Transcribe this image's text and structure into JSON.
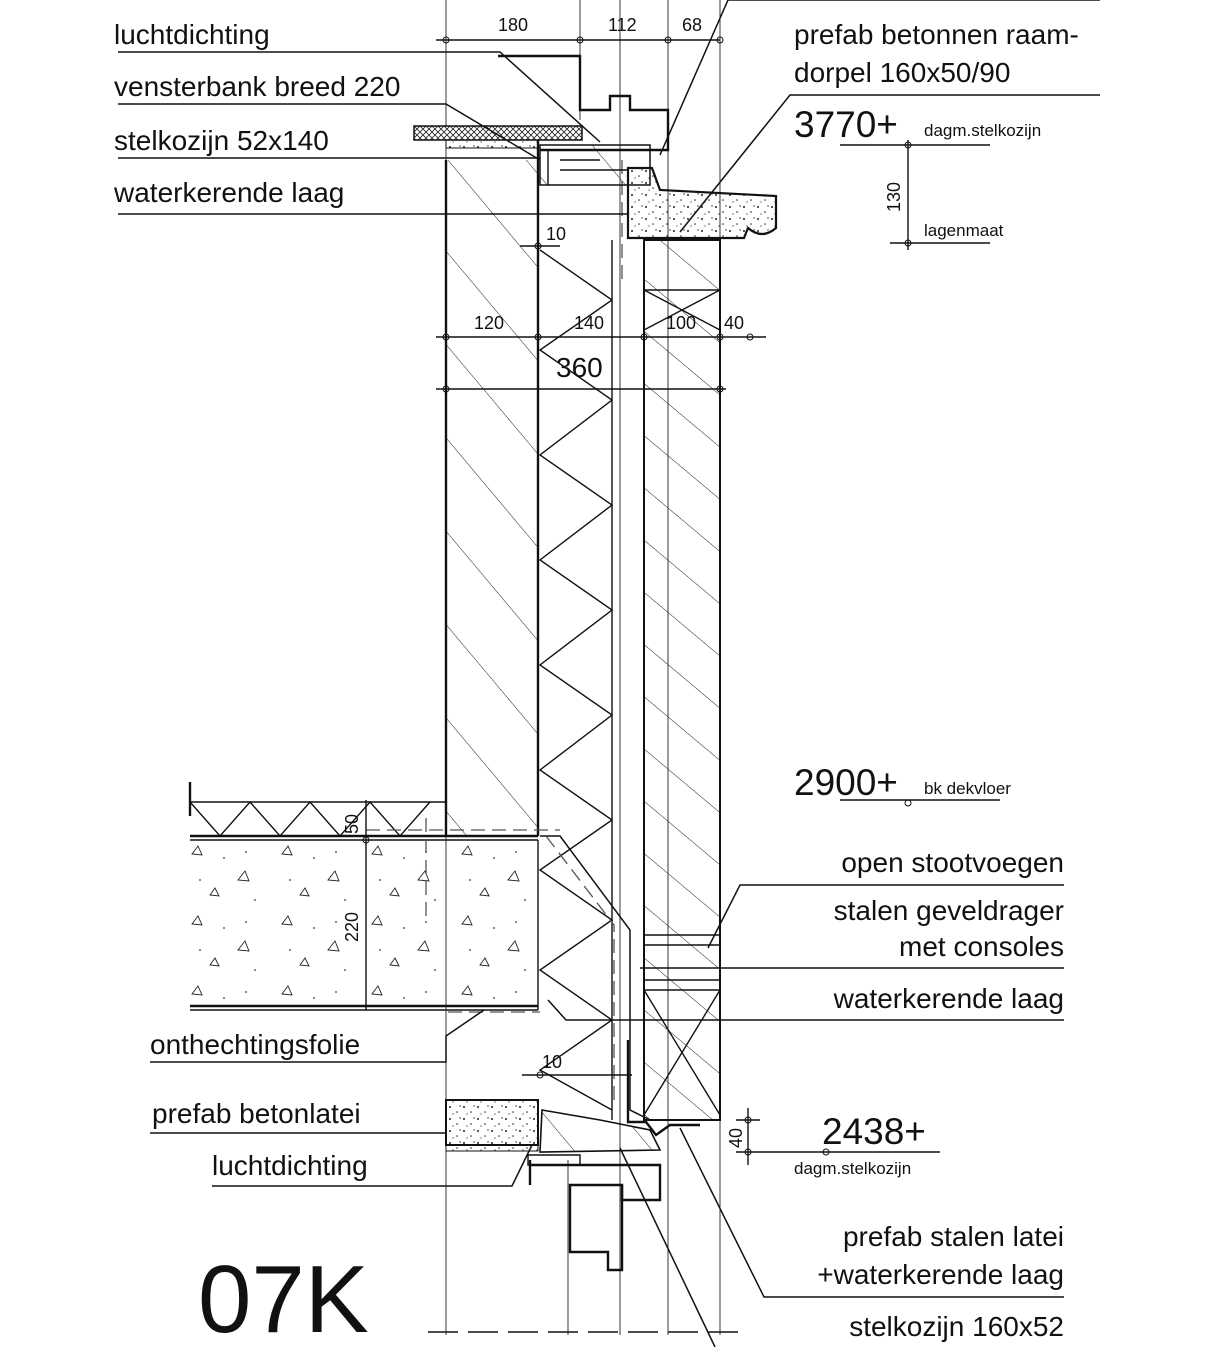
{
  "drawing_code": "07K",
  "labels": {
    "left": [
      "luchtdichting",
      "vensterbank breed 220",
      "stelkozijn 52x140",
      "waterkerende laag",
      "onthechtingsfolie",
      "prefab betonlatei",
      "luchtdichting"
    ],
    "right": [
      "prefab betonnen raam-",
      "dorpel 160x50/90",
      "open stootvoegen",
      "stalen geveldrager",
      "met consoles",
      "waterkerende laag",
      "prefab stalen latei",
      "+waterkerende laag",
      "stelkozijn 160x52"
    ]
  },
  "levels": [
    {
      "value": "3770+",
      "note": "dagm.stelkozijn"
    },
    {
      "value": "2900+",
      "note": "bk dekvloer"
    },
    {
      "value": "2438+",
      "note": "dagm.stelkozijn"
    }
  ],
  "level_sub": "lagenmaat",
  "dimensions": {
    "top": [
      "180",
      "112",
      "68"
    ],
    "wall": [
      "120",
      "140",
      "100",
      "40"
    ],
    "total": "360",
    "gap_upper": "10",
    "gap_lower": "10",
    "upper_vertical": "130",
    "floor_vertical": [
      "50",
      "220"
    ],
    "lower_vertical": "40"
  }
}
